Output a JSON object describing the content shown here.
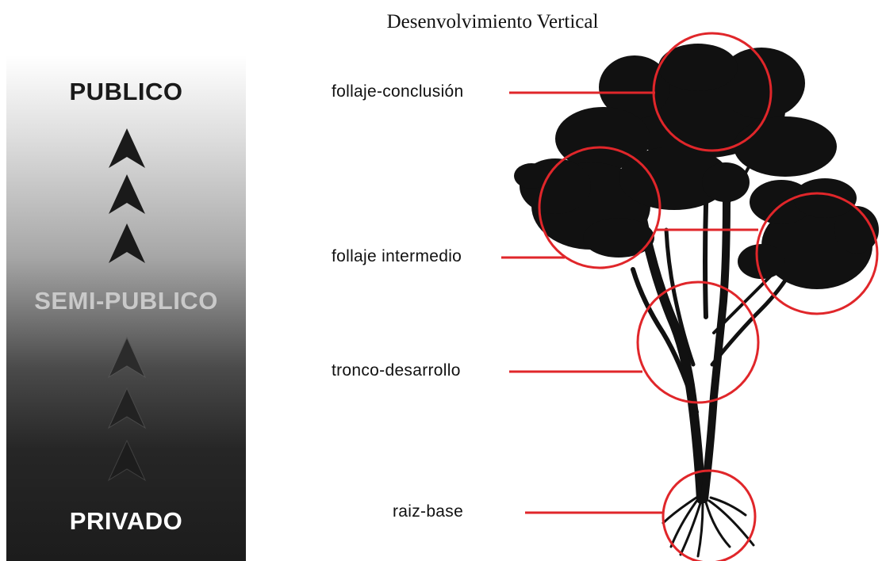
{
  "title": "Desenvolvimiento Vertical",
  "levels": {
    "publico": "PUBLICO",
    "semi_publico": "SEMI-PUBLICO",
    "privado": "PRIVADO"
  },
  "labels": {
    "follaje_conclusion": "follaje-conclusión",
    "follaje_intermedio": "follaje intermedio",
    "tronco_desarrollo": "tronco-desarrollo",
    "raiz_base": "raiz-base"
  },
  "colors": {
    "accent": "#e0262a",
    "tree": "#111111"
  }
}
